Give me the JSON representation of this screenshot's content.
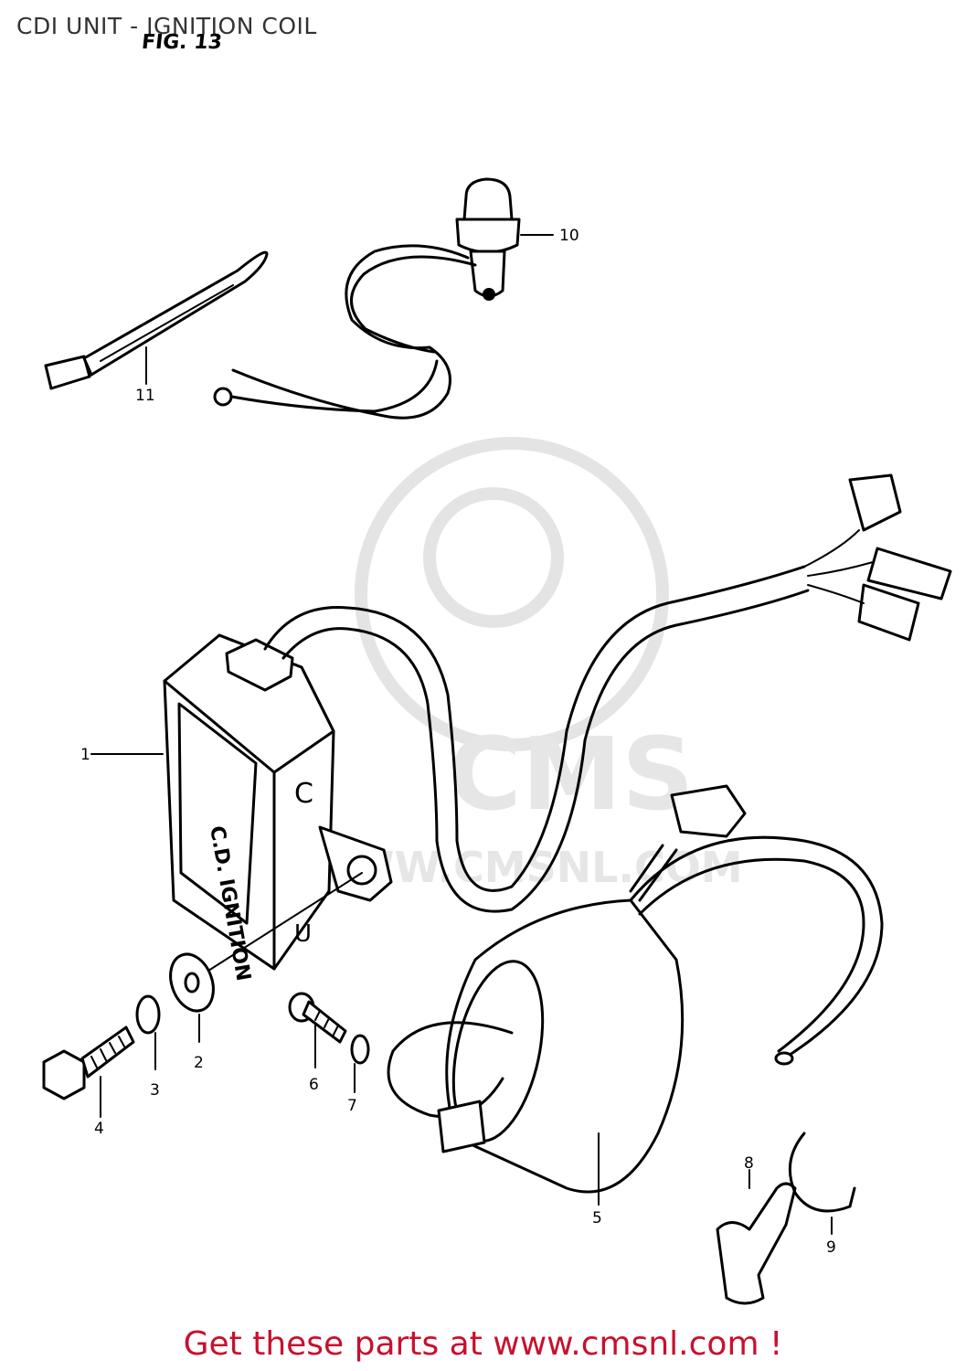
{
  "header": {
    "title": "CDI UNIT - IGNITION COIL",
    "figure_label": "FIG. 13"
  },
  "watermark": {
    "brand": "CMS",
    "url": "WWW.CMSNL.COM"
  },
  "unit_markings": {
    "cdi_label": "C.D. IGNITION",
    "side_letters": "C",
    "lower_letter": "U"
  },
  "callouts": {
    "p1": "1",
    "p2": "2",
    "p3": "3",
    "p4": "4",
    "p5": "5",
    "p6": "6",
    "p7": "7",
    "p8": "8",
    "p9": "9",
    "p10": "10",
    "p11": "11"
  },
  "footer": {
    "cta_text": "Get these parts at www.cmsnl.com !",
    "cta_color": "#c8102e"
  }
}
